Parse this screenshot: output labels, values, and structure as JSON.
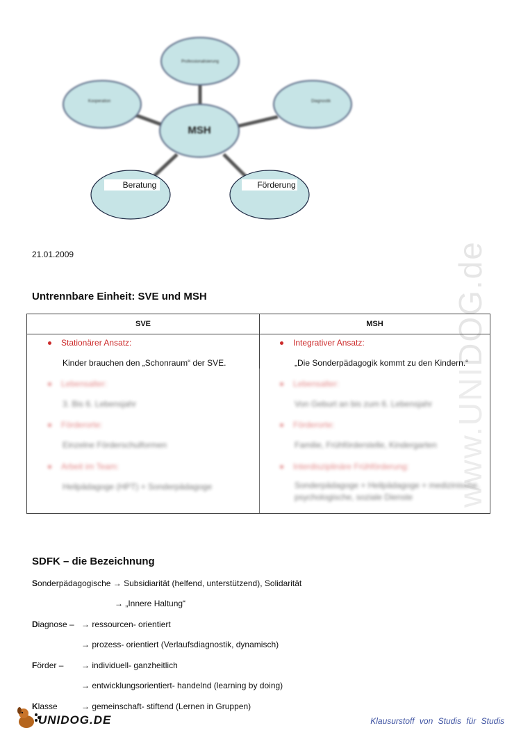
{
  "diagram": {
    "center": "MSH",
    "top": "Professionalisierung",
    "left": "Kooperation",
    "right": "Diagnostik",
    "bottom_left": "Beratung",
    "bottom_right": "Förderung"
  },
  "date": "21.01.2009",
  "section1": {
    "heading": "Untrennbare Einheit: SVE und MSH",
    "col_left": "SVE",
    "col_right": "MSH",
    "left_items": [
      {
        "label": "Stationärer Ansatz:",
        "text": "Kinder brauchen den „Schonraum“ der SVE."
      },
      {
        "label": "Lebensalter:",
        "text": "3. Bis 6. Lebensjahr"
      },
      {
        "label": "Förderorte:",
        "text": "Einzelne Förderschulformen"
      },
      {
        "label": "Arbeit im Team:",
        "text": "Heilpädagoge (HPT) + Sonderpädagoge"
      }
    ],
    "right_items": [
      {
        "label": "Integrativer Ansatz:",
        "text": "„Die Sonderpädagogik kommt zu den Kindern.“"
      },
      {
        "label": "Lebensalter:",
        "text": "Von Geburt an bis zum 6. Lebensjahr"
      },
      {
        "label": "Förderorte:",
        "text": "Familie, Frühförderstelle, Kindergarten"
      },
      {
        "label": "Interdisziplinäre Frühförderung:",
        "text": "Sonderpädagoge + Heilpädagoge + medizinische, psychologische, soziale Dienste"
      }
    ]
  },
  "section2": {
    "heading": "SDFK – die Bezeichnung",
    "lines": {
      "l1_initial": "S",
      "l1_rest": "onderpädagogische → Subsidiarität (helfend, unterstützend), Solidarität",
      "l2": "→ „Innere Haltung“",
      "l3_initial": "D",
      "l3_rest": "iagnose –",
      "l3_text": "→ ressourcen- orientiert",
      "l4": "→ prozess- orientiert (Verlaufsdiagnostik, dynamisch)",
      "l5_initial": "F",
      "l5_rest": "örder –",
      "l5_text": "→ individuell- ganzheitlich",
      "l6": "→ entwicklungsorientiert- handelnd (learning by doing)",
      "l7_initial": "K",
      "l7_rest": "lasse",
      "l7_text": "→ gemeinschaft- stiftend (Lernen in Gruppen)"
    }
  },
  "watermark": "www.UNIDOG.de",
  "footer": {
    "logo": "UNIDOG.DE",
    "tagline": "Klausurstoff von Studis für Studis"
  },
  "colors": {
    "node_fill": "#c6e4e6",
    "node_stroke": "#5b6a86",
    "connector": "#555555",
    "bullet_red": "#cc2b2b",
    "tagline_blue": "#3a4fa0"
  }
}
